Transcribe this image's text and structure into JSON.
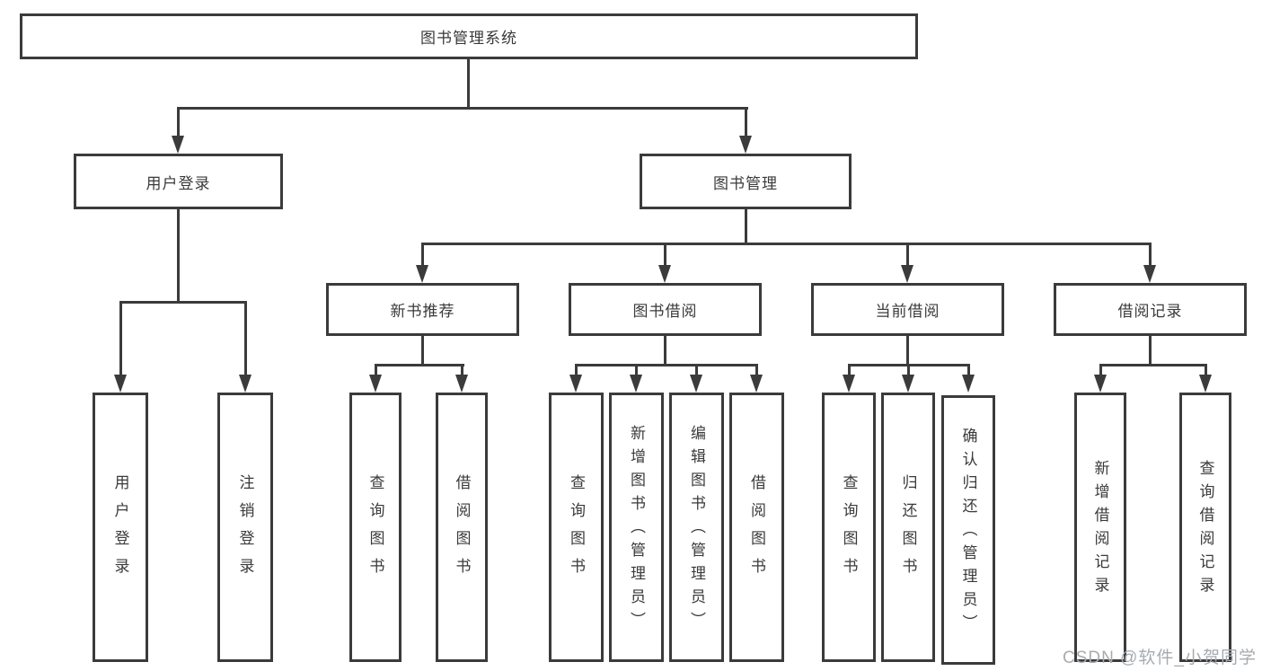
{
  "colors": {
    "line": "#3b3b3b",
    "text": "#3a3a3a",
    "background": "#ffffff",
    "watermark": "#a7abaf"
  },
  "nodes": {
    "root": "图书管理系统",
    "userLogin": "用户登录",
    "bookMgmt": "图书管理",
    "newBookRec": "新书推荐",
    "bookBorrow": "图书借阅",
    "currentBorrow": "当前借阅",
    "borrowRecords": "借阅记录",
    "ulLogin": "用户登录",
    "ulLogout": "注销登录",
    "nbQueryBooks": "查询图书",
    "nbBorrowBooks": "借阅图书",
    "bbQueryBooks": "查询图书",
    "bbAddBooks": "新增图书（管理员）",
    "bbEditBooks": "编辑图书（管理员）",
    "bbBorrowBooks": "借阅图书",
    "cbQueryBooks": "查询图书",
    "cbReturnBooks": "归还图书",
    "cbConfirmReturn": "确认归还（管理员）",
    "brAddRecord": "新增借阅记录",
    "brQueryRecord": "查询借阅记录"
  },
  "watermark": "CSDN @软件_小贺同学"
}
